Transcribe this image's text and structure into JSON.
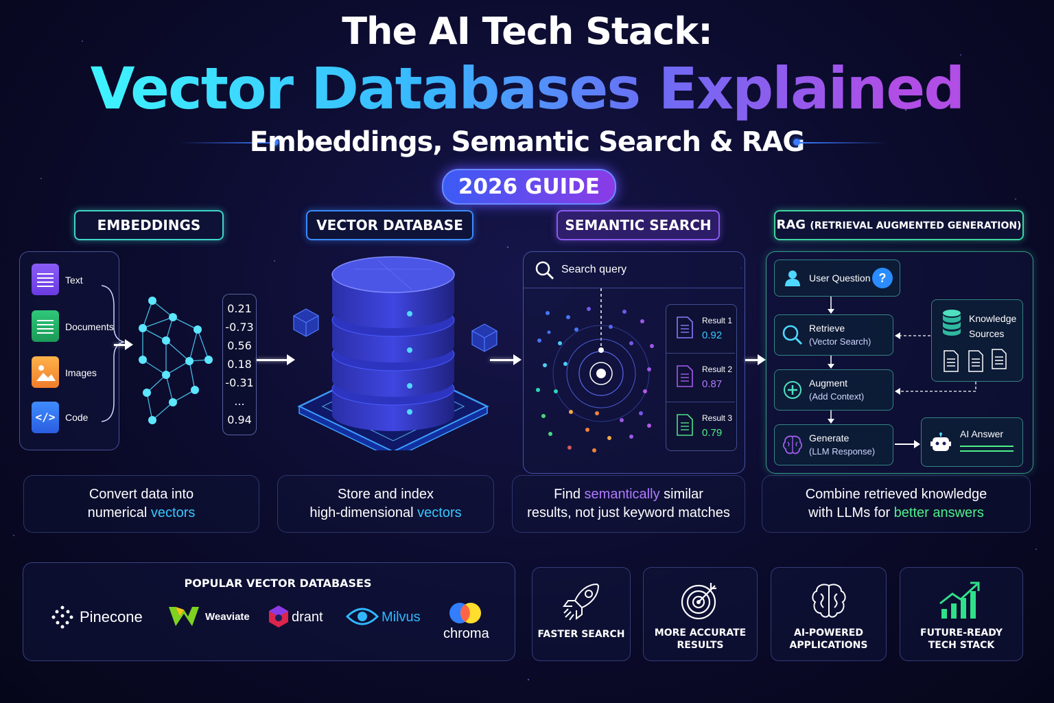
{
  "header": {
    "title_line1": "The AI Tech Stack:",
    "title_line2": "Vector Databases Explained",
    "subtitle": "Embeddings, Semantic Search & RAG",
    "badge": "2026 GUIDE"
  },
  "sections": {
    "embeddings": {
      "heading": "EMBEDDINGS",
      "inputs": [
        {
          "label": "Text",
          "icon": "text-file-icon"
        },
        {
          "label": "Documents",
          "icon": "document-icon"
        },
        {
          "label": "Images",
          "icon": "image-icon"
        },
        {
          "label": "Code",
          "icon": "code-icon"
        }
      ],
      "vector_values": [
        "0.21",
        "-0.73",
        "0.56",
        "0.18",
        "-0.31",
        "...",
        "0.94"
      ],
      "desc_pre": "Convert data into",
      "desc_mid": "numerical ",
      "desc_hl": "vectors"
    },
    "vector_database": {
      "heading": "VECTOR DATABASE",
      "desc_pre": "Store and index",
      "desc_mid": "high-dimensional ",
      "desc_hl": "vectors"
    },
    "semantic_search": {
      "heading": "SEMANTIC SEARCH",
      "search_placeholder": "Search query",
      "results": [
        {
          "label": "Result 1",
          "score": "0.92"
        },
        {
          "label": "Result 2",
          "score": "0.87"
        },
        {
          "label": "Result 3",
          "score": "0.79"
        }
      ],
      "desc_pre": "Find ",
      "desc_hl": "semantically",
      "desc_post": " similar",
      "desc_line2": "results, not just keyword matches"
    },
    "rag": {
      "heading": "RAG",
      "heading_sub": "(RETRIEVAL AUGMENTED GENERATION)",
      "user_question": "User Question",
      "retrieve": "Retrieve",
      "retrieve_sub": "(Vector Search)",
      "augment": "Augment",
      "augment_sub": "(Add Context)",
      "generate": "Generate",
      "generate_sub": "(LLM Response)",
      "knowledge": "Knowledge",
      "knowledge2": "Sources",
      "ai_answer": "AI Answer",
      "desc_line1": "Combine retrieved knowledge",
      "desc_pre": "with LLMs for ",
      "desc_hl": "better answers"
    }
  },
  "popular": {
    "heading": "POPULAR VECTOR DATABASES",
    "logos": [
      "Pinecone",
      "Weaviate",
      "drant",
      "Milvus",
      "chroma"
    ]
  },
  "features": [
    {
      "line1": "FASTER SEARCH",
      "line2": "",
      "icon": "rocket-icon"
    },
    {
      "line1": "MORE ACCURATE",
      "line2": "RESULTS",
      "icon": "target-icon"
    },
    {
      "line1": "AI-POWERED",
      "line2": "APPLICATIONS",
      "icon": "brain-icon"
    },
    {
      "line1": "FUTURE-READY",
      "line2": "TECH STACK",
      "icon": "growth-chart-icon"
    }
  ],
  "colors": {
    "cyan": "#38c8ff",
    "purple": "#b07bff",
    "green": "#4ff08a",
    "background": "#0b0b2c"
  }
}
